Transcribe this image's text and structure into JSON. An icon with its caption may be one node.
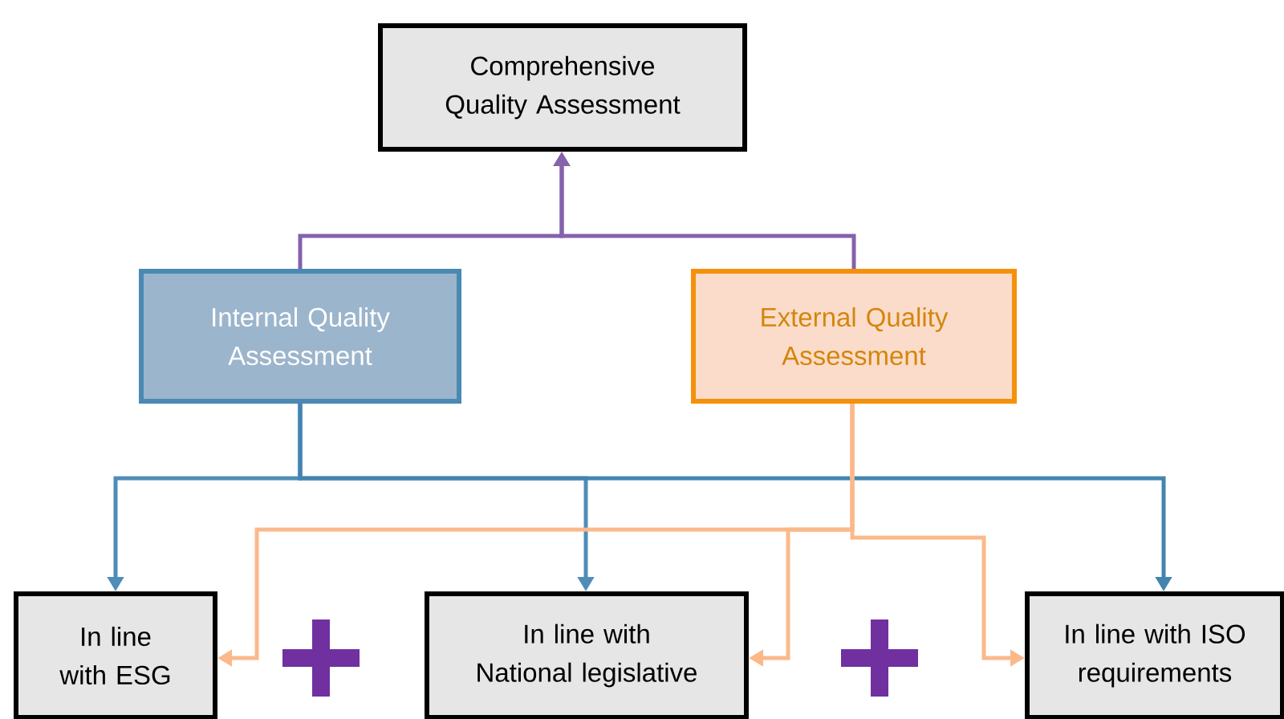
{
  "diagram": {
    "nodes": [
      {
        "text": [
          "Comprehensive Quality Assessment"
        ]
      },
      {
        "text": [
          "Internal Quality Assessment"
        ]
      },
      {
        "text": [
          "External Quality Assessment"
        ]
      },
      {
        "text": [
          "In line with ESG"
        ]
      },
      {
        "text": [
          "In line with National legislative"
        ]
      },
      {
        "text": [
          "In line with ISO requirements"
        ]
      }
    ],
    "edges": [
      {
        "from": 1,
        "to": 0,
        "arrow": "to",
        "color": "#8562ab"
      },
      {
        "from": 2,
        "to": 0,
        "arrow": "to",
        "color": "#8562ab"
      },
      {
        "from": 1,
        "to": 3,
        "arrow": "to",
        "color": "#4f8db7"
      },
      {
        "from": 1,
        "to": 4,
        "arrow": "to",
        "color": "#4f8db7"
      },
      {
        "from": 1,
        "to": 5,
        "arrow": "to",
        "color": "#4385b0"
      },
      {
        "from": 2,
        "to": 3,
        "arrow": "to",
        "color": "#fbb98a"
      },
      {
        "from": 2,
        "to": 4,
        "arrow": "to",
        "color": "#fbb98a"
      },
      {
        "from": 2,
        "to": 5,
        "arrow": "to",
        "color": "#fbb98a"
      }
    ]
  }
}
